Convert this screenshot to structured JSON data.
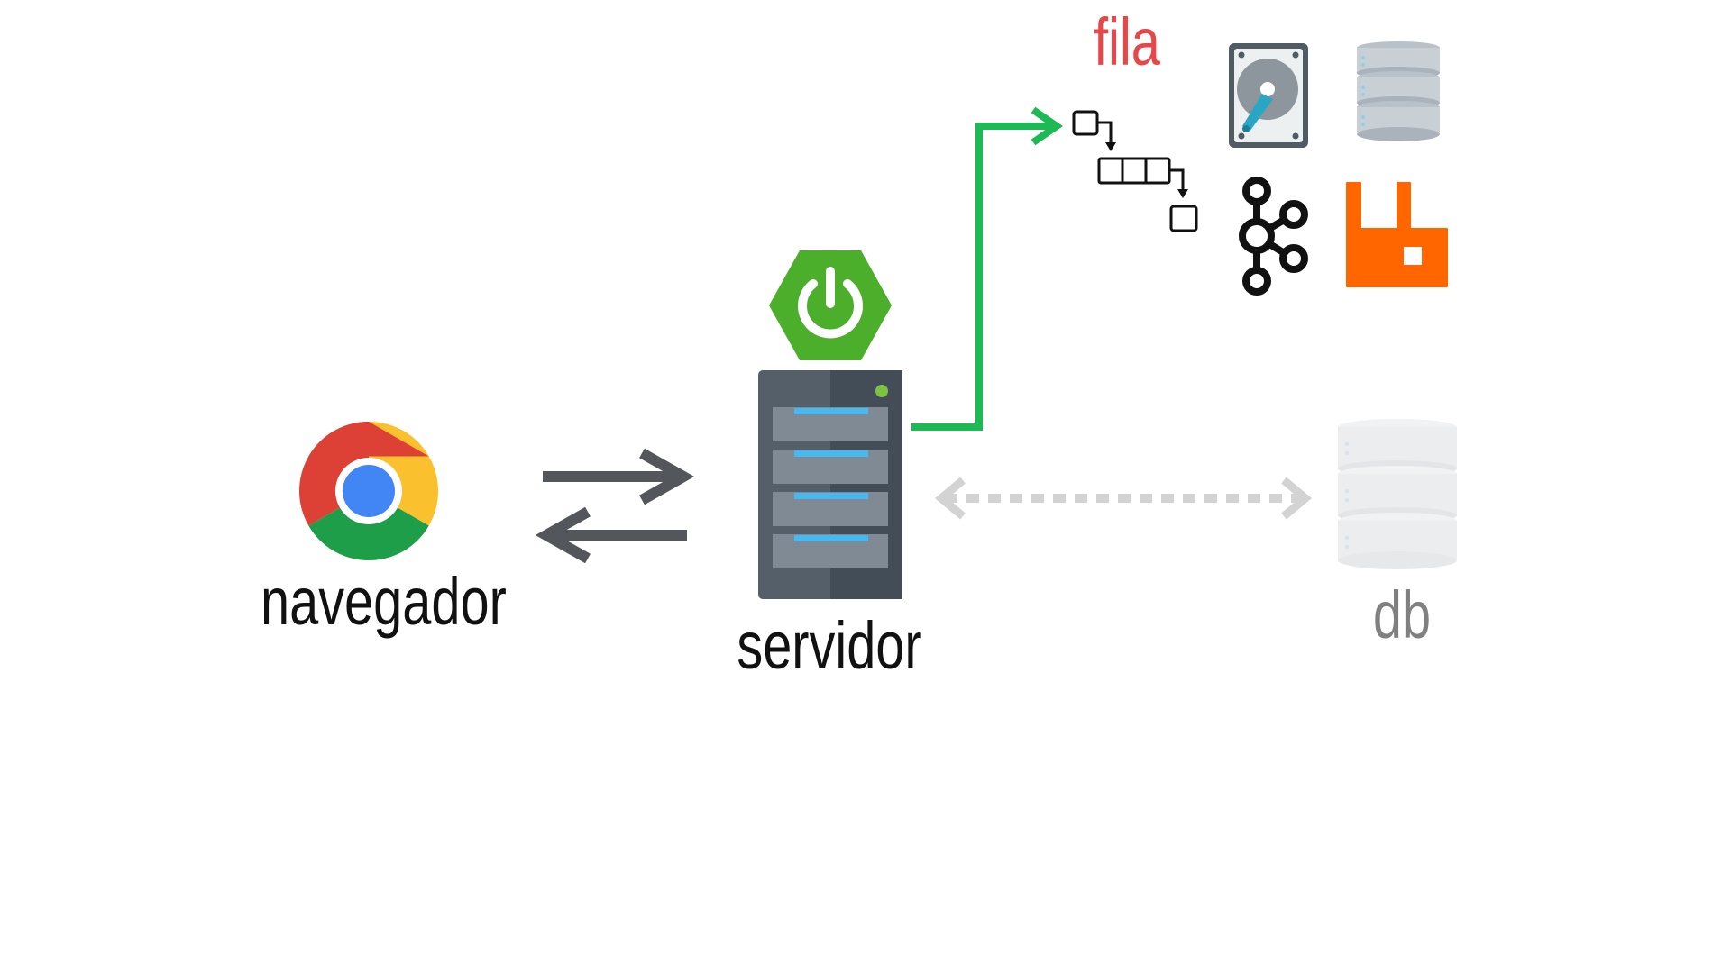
{
  "labels": {
    "browser": "navegador",
    "server": "servidor",
    "database": "db",
    "queue": "fila"
  },
  "icons": {
    "browser": "chrome-logo-icon",
    "framework": "spring-boot-power-icon",
    "server": "server-rack-icon",
    "database": "database-cylinder-icon",
    "queue": "queue-flow-icon",
    "disk": "hard-disk-icon",
    "storage": "storage-stack-icon",
    "kafka": "kafka-logo-icon",
    "rabbitmq": "rabbitmq-logo-icon"
  },
  "colors": {
    "queue_label": "#e8474a",
    "queue_arrow": "#1db954",
    "request_arrows": "#53575c",
    "db_connection": "#d3d3d3",
    "db_label": "#808080",
    "spring_green": "#4caf2c",
    "rabbitmq_orange": "#ff6600"
  }
}
